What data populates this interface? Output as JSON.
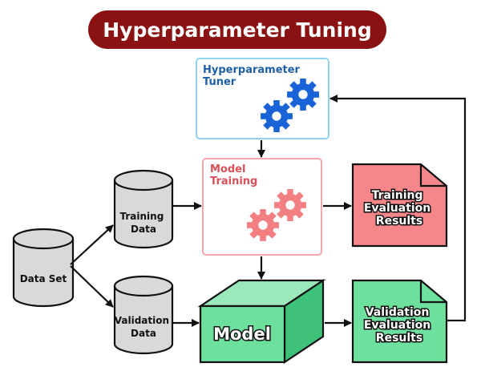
{
  "title": "Hyperparameter Tuning",
  "colors": {
    "title_bg": "#8b1212",
    "tuner_border": "#8ed2ee",
    "tuner_gears": "#1a63d6",
    "training_border": "#f1a8ad",
    "training_gears": "#f27f82",
    "model_fill": "#6ee09e",
    "training_results_fill": "#f5878a",
    "validation_results_fill": "#6ee09e",
    "cylinder_fill": "#d9d9d9"
  },
  "nodes": {
    "data_set": {
      "label": [
        "Data Set"
      ]
    },
    "training_data": {
      "label": [
        "Training",
        "Data"
      ]
    },
    "validation_data": {
      "label": [
        "Validation",
        "Data"
      ]
    },
    "tuner": {
      "label": [
        "Hyperparameter",
        "Tuner"
      ],
      "icon": "gears-icon"
    },
    "model_training": {
      "label": [
        "Model",
        "Training"
      ],
      "icon": "gears-icon"
    },
    "model": {
      "label": [
        "Model"
      ]
    },
    "training_results": {
      "label": [
        "Training",
        "Evaluation",
        "Results"
      ]
    },
    "validation_results": {
      "label": [
        "Validation",
        "Evaluation",
        "Results"
      ]
    }
  }
}
